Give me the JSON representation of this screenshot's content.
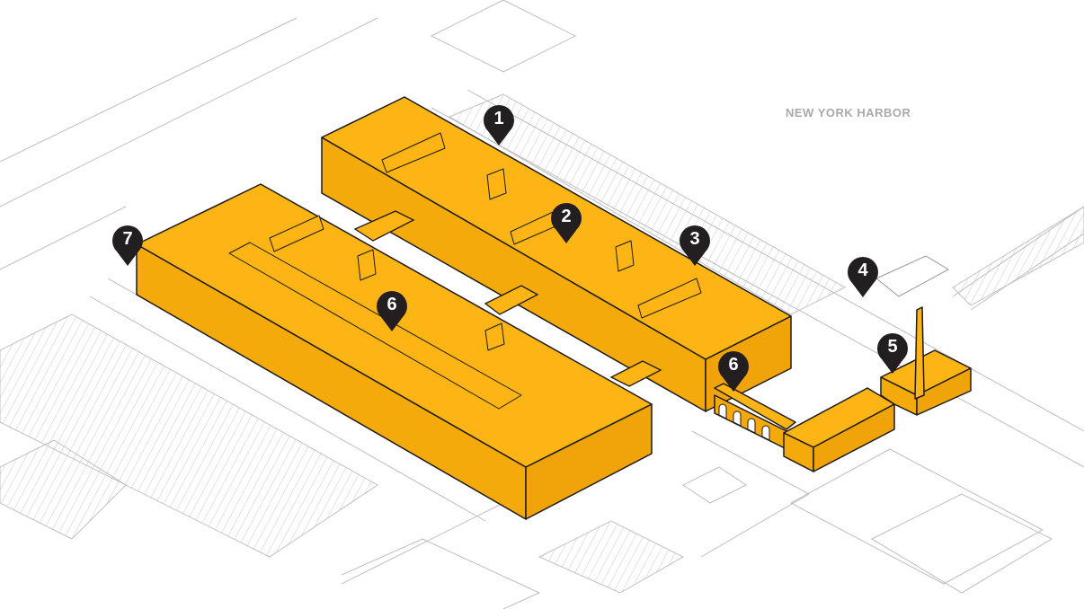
{
  "map": {
    "water_label": "NEW YORK HARBOR",
    "colors": {
      "building": "#fdb515",
      "building_side": "#f5aa0c",
      "outline": "#1c1a1b",
      "pin": "#231f20",
      "context_line": "#b8b8b8",
      "label": "#a9a9ab"
    },
    "markers": [
      {
        "number": "1"
      },
      {
        "number": "2"
      },
      {
        "number": "3"
      },
      {
        "number": "4"
      },
      {
        "number": "5"
      },
      {
        "number": "6"
      },
      {
        "number": "6"
      },
      {
        "number": "7"
      }
    ]
  }
}
